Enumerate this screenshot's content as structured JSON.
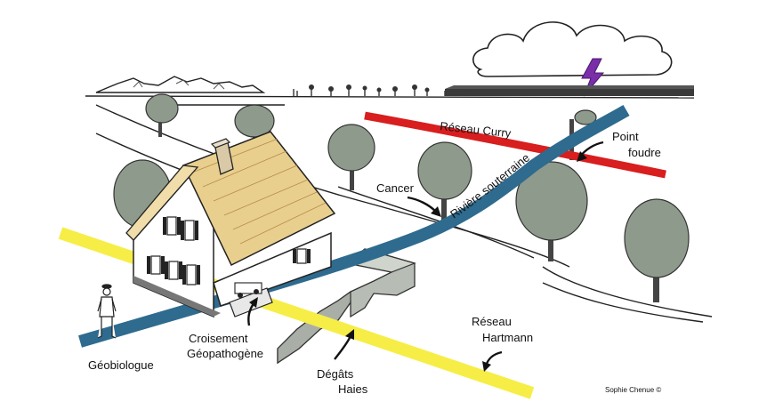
{
  "labels": {
    "reseau_curry": "Réseau Curry",
    "point_foudre_1": "Point",
    "point_foudre_2": "foudre",
    "riviere": "Rivière souterraine",
    "cancer": "Cancer",
    "croisement_1": "Croisement",
    "croisement_2": "Géopathogène",
    "geobiologue": "Géobiologue",
    "degats_1": "Dégâts",
    "degats_2": "Haies",
    "hartmann_1": "Réseau",
    "hartmann_2": "Hartmann",
    "credit": "Sophie Chenue ©"
  },
  "colors": {
    "curry": "#d81e1e",
    "riviere": "#2e6b8e",
    "hartmann": "#f6ee46",
    "lightning": "#7a2fa8",
    "tree_foliage": "#8e9a8c",
    "roof": "#e9cf8e"
  }
}
